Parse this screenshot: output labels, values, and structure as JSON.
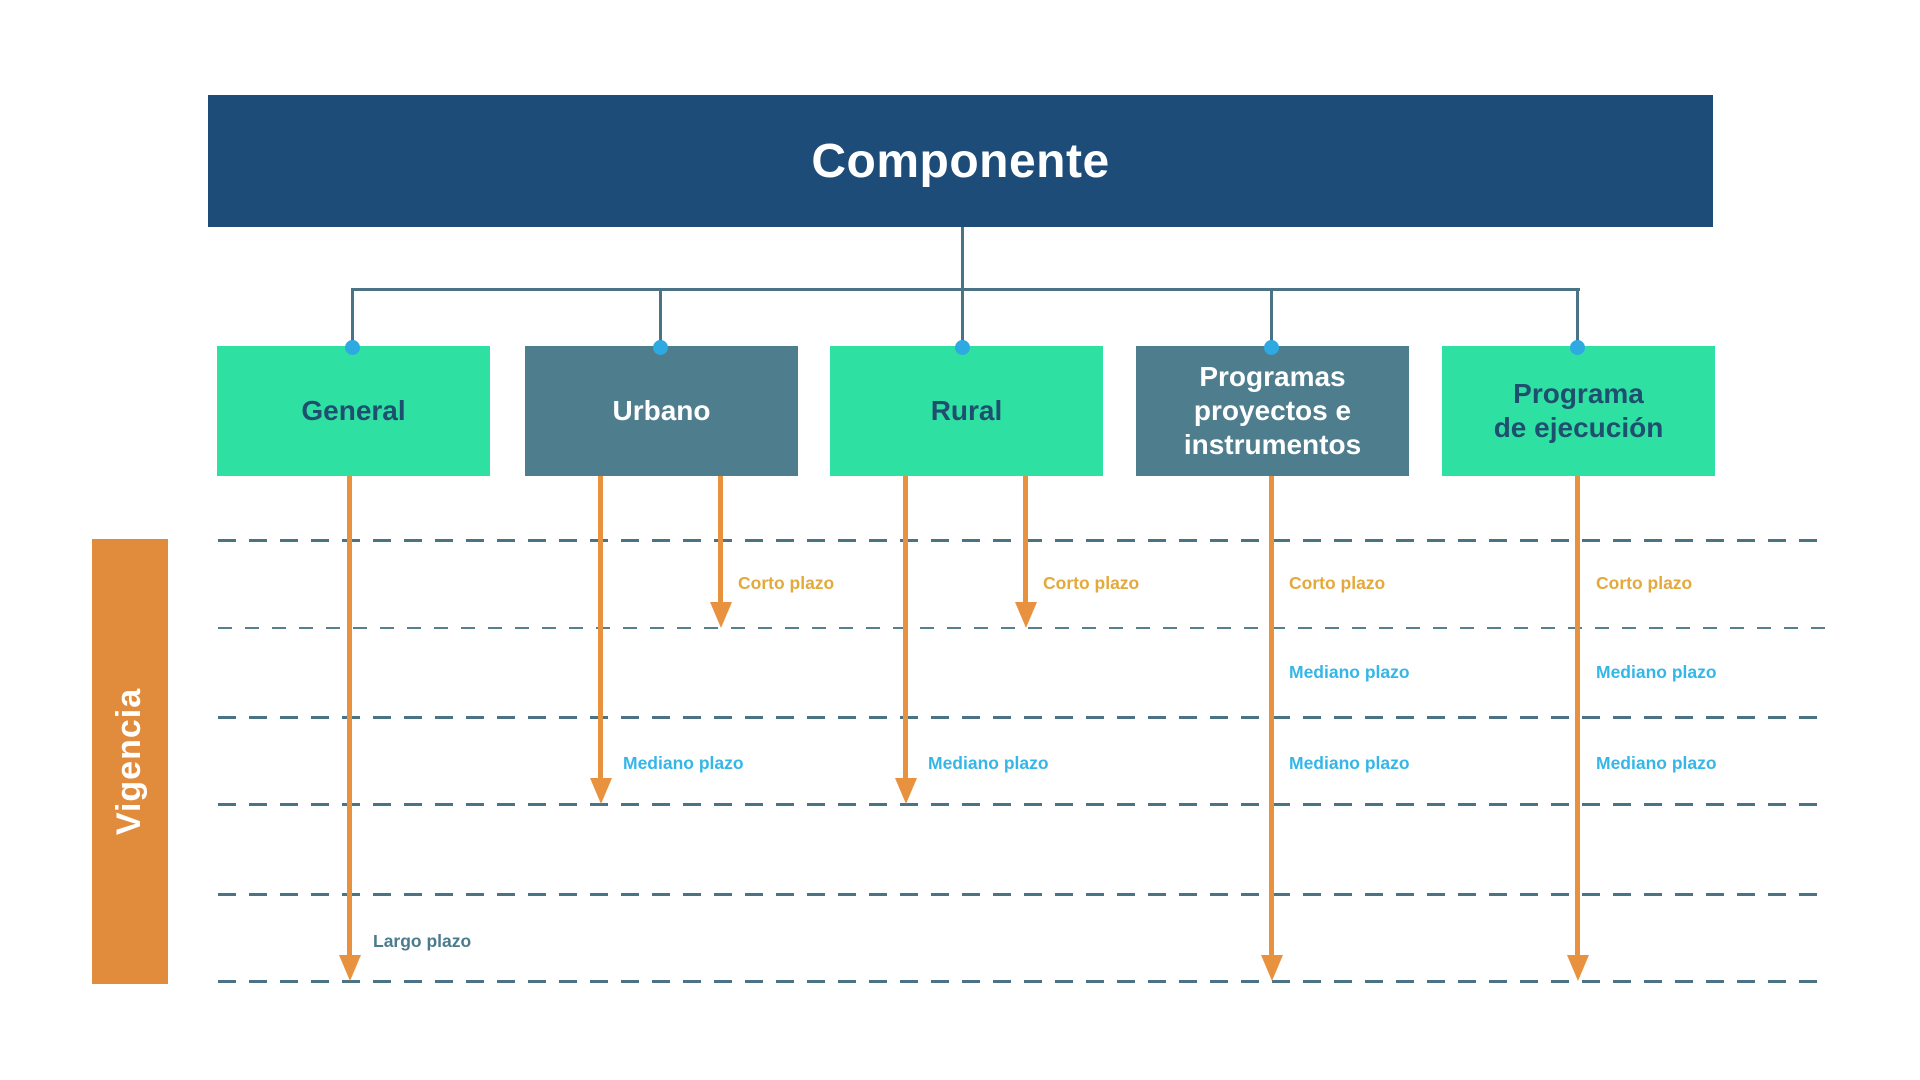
{
  "title": "Componente",
  "axis": {
    "label": "Vigencia"
  },
  "timeline": {
    "row_lines": 6,
    "line_style": "dashed"
  },
  "colors": {
    "header_bg": "#1d4c78",
    "box_green": "#2ee1a3",
    "box_slate": "#4e7d8e",
    "box_green_text": "#1f4f6e",
    "connector": "#4a7386",
    "connector_dot": "#2ea9e2",
    "axis_bar": "#e18c3c",
    "arrow": "#e8923f",
    "label_corto": "#e3a93b",
    "label_mediano": "#35b6e8",
    "label_largo": "#4a7b8e"
  },
  "columns": [
    {
      "label": "General",
      "box_style": "green",
      "milestones": [
        {
          "text": "Largo plazo",
          "type": "largo"
        }
      ]
    },
    {
      "label": "Urbano",
      "box_style": "slate",
      "milestones": [
        {
          "text": "Corto plazo",
          "type": "corto"
        },
        {
          "text": "Mediano plazo",
          "type": "mediano"
        }
      ]
    },
    {
      "label": "Rural",
      "box_style": "green",
      "milestones": [
        {
          "text": "Corto plazo",
          "type": "corto"
        },
        {
          "text": "Mediano plazo",
          "type": "mediano"
        }
      ]
    },
    {
      "label": "Programas\nproyectos e\ninstrumentos",
      "box_style": "slate",
      "milestones": [
        {
          "text": "Corto plazo",
          "type": "corto"
        },
        {
          "text": "Mediano plazo",
          "type": "mediano"
        },
        {
          "text": "Mediano plazo",
          "type": "mediano"
        }
      ]
    },
    {
      "label": "Programa\nde ejecución",
      "box_style": "green",
      "milestones": [
        {
          "text": "Corto plazo",
          "type": "corto"
        },
        {
          "text": "Mediano plazo",
          "type": "mediano"
        },
        {
          "text": "Mediano plazo",
          "type": "mediano"
        }
      ]
    }
  ]
}
